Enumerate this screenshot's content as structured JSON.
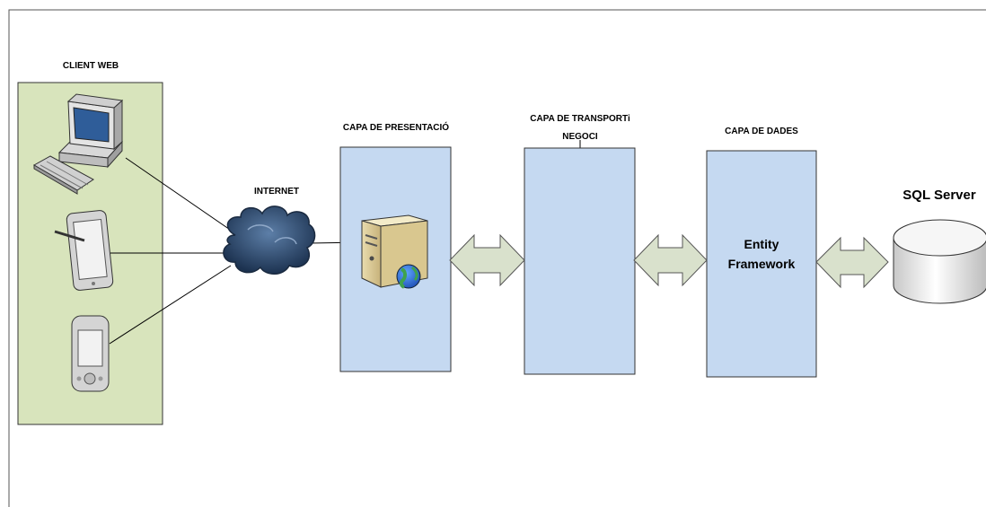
{
  "labels": {
    "client_web": "CLIENT WEB",
    "internet": "INTERNET",
    "presentation": "CAPA DE PRESENTACIÓ",
    "transport_line1": "CAPA DE TRANSPORTi",
    "transport_line2": "NEGOCI",
    "data_layer": "CAPA DE DADES",
    "ef_line1": "Entity",
    "ef_line2": "Framework",
    "sql_server": "SQL Server"
  },
  "colors": {
    "client_panel_fill": "#d8e4bc",
    "layer_fill": "#c5d9f1",
    "arrow_fill": "#d9e1cc",
    "cloud_fill": "#2e4a6e",
    "database_fill": "#e8e8e8"
  },
  "icons": [
    "desktop-computer-icon",
    "tablet-icon",
    "pda-icon",
    "cloud-icon",
    "web-server-icon",
    "globe-icon",
    "database-icon"
  ]
}
